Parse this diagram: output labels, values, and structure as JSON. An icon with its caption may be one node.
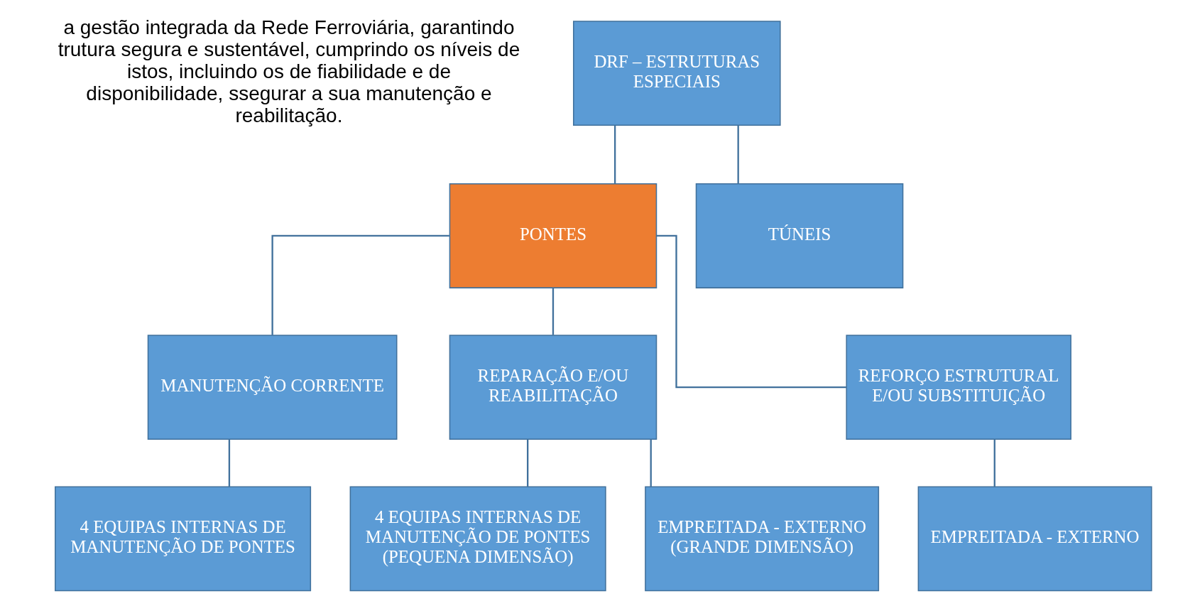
{
  "diagram": {
    "nodes": [
      {
        "text": [
          "DRF – ESTRUTURAS ESPECIAIS"
        ]
      },
      {
        "text": [
          "PONTES"
        ]
      },
      {
        "text": [
          "TÚNEIS"
        ]
      },
      {
        "text": [
          "MANUTENÇÃO CORRENTE"
        ]
      },
      {
        "text": [
          "REPARAÇÃO E/OU REABILITAÇÃO"
        ]
      },
      {
        "text": [
          "REFORÇO ESTRUTURAL E/OU SUBSTITUIÇÃO"
        ]
      },
      {
        "text": [
          "4 EQUIPAS INTERNAS DE MANUTENÇÃO DE PONTES"
        ]
      },
      {
        "text": [
          "4 EQUIPAS INTERNAS DE MANUTENÇÃO DE PONTES",
          "(PEQUENA DIMENSÃO)"
        ]
      },
      {
        "text": [
          "EMPREITADA - EXTERNO",
          "(GRANDE DIMENSÃO)"
        ]
      },
      {
        "text": [
          "EMPREITADA - EXTERNO"
        ]
      }
    ],
    "edges": [
      {
        "from": 0,
        "to": 1,
        "arrow": "none"
      },
      {
        "from": 0,
        "to": 2,
        "arrow": "none"
      },
      {
        "from": 1,
        "to": 3,
        "arrow": "none"
      },
      {
        "from": 1,
        "to": 4,
        "arrow": "none"
      },
      {
        "from": 1,
        "to": 5,
        "arrow": "none"
      },
      {
        "from": 3,
        "to": 6,
        "arrow": "none"
      },
      {
        "from": 4,
        "to": 7,
        "arrow": "none"
      },
      {
        "from": 4,
        "to": 8,
        "arrow": "none"
      },
      {
        "from": 5,
        "to": 9,
        "arrow": "none"
      }
    ],
    "labels": [
      "a gestão integrada da Rede Ferroviária, garantindo trutura segura e sustentável, cumprindo os níveis de istos, incluindo os de fiabilidade e de disponibilidade, ssegurar a sua manutenção e reabilitação."
    ]
  }
}
